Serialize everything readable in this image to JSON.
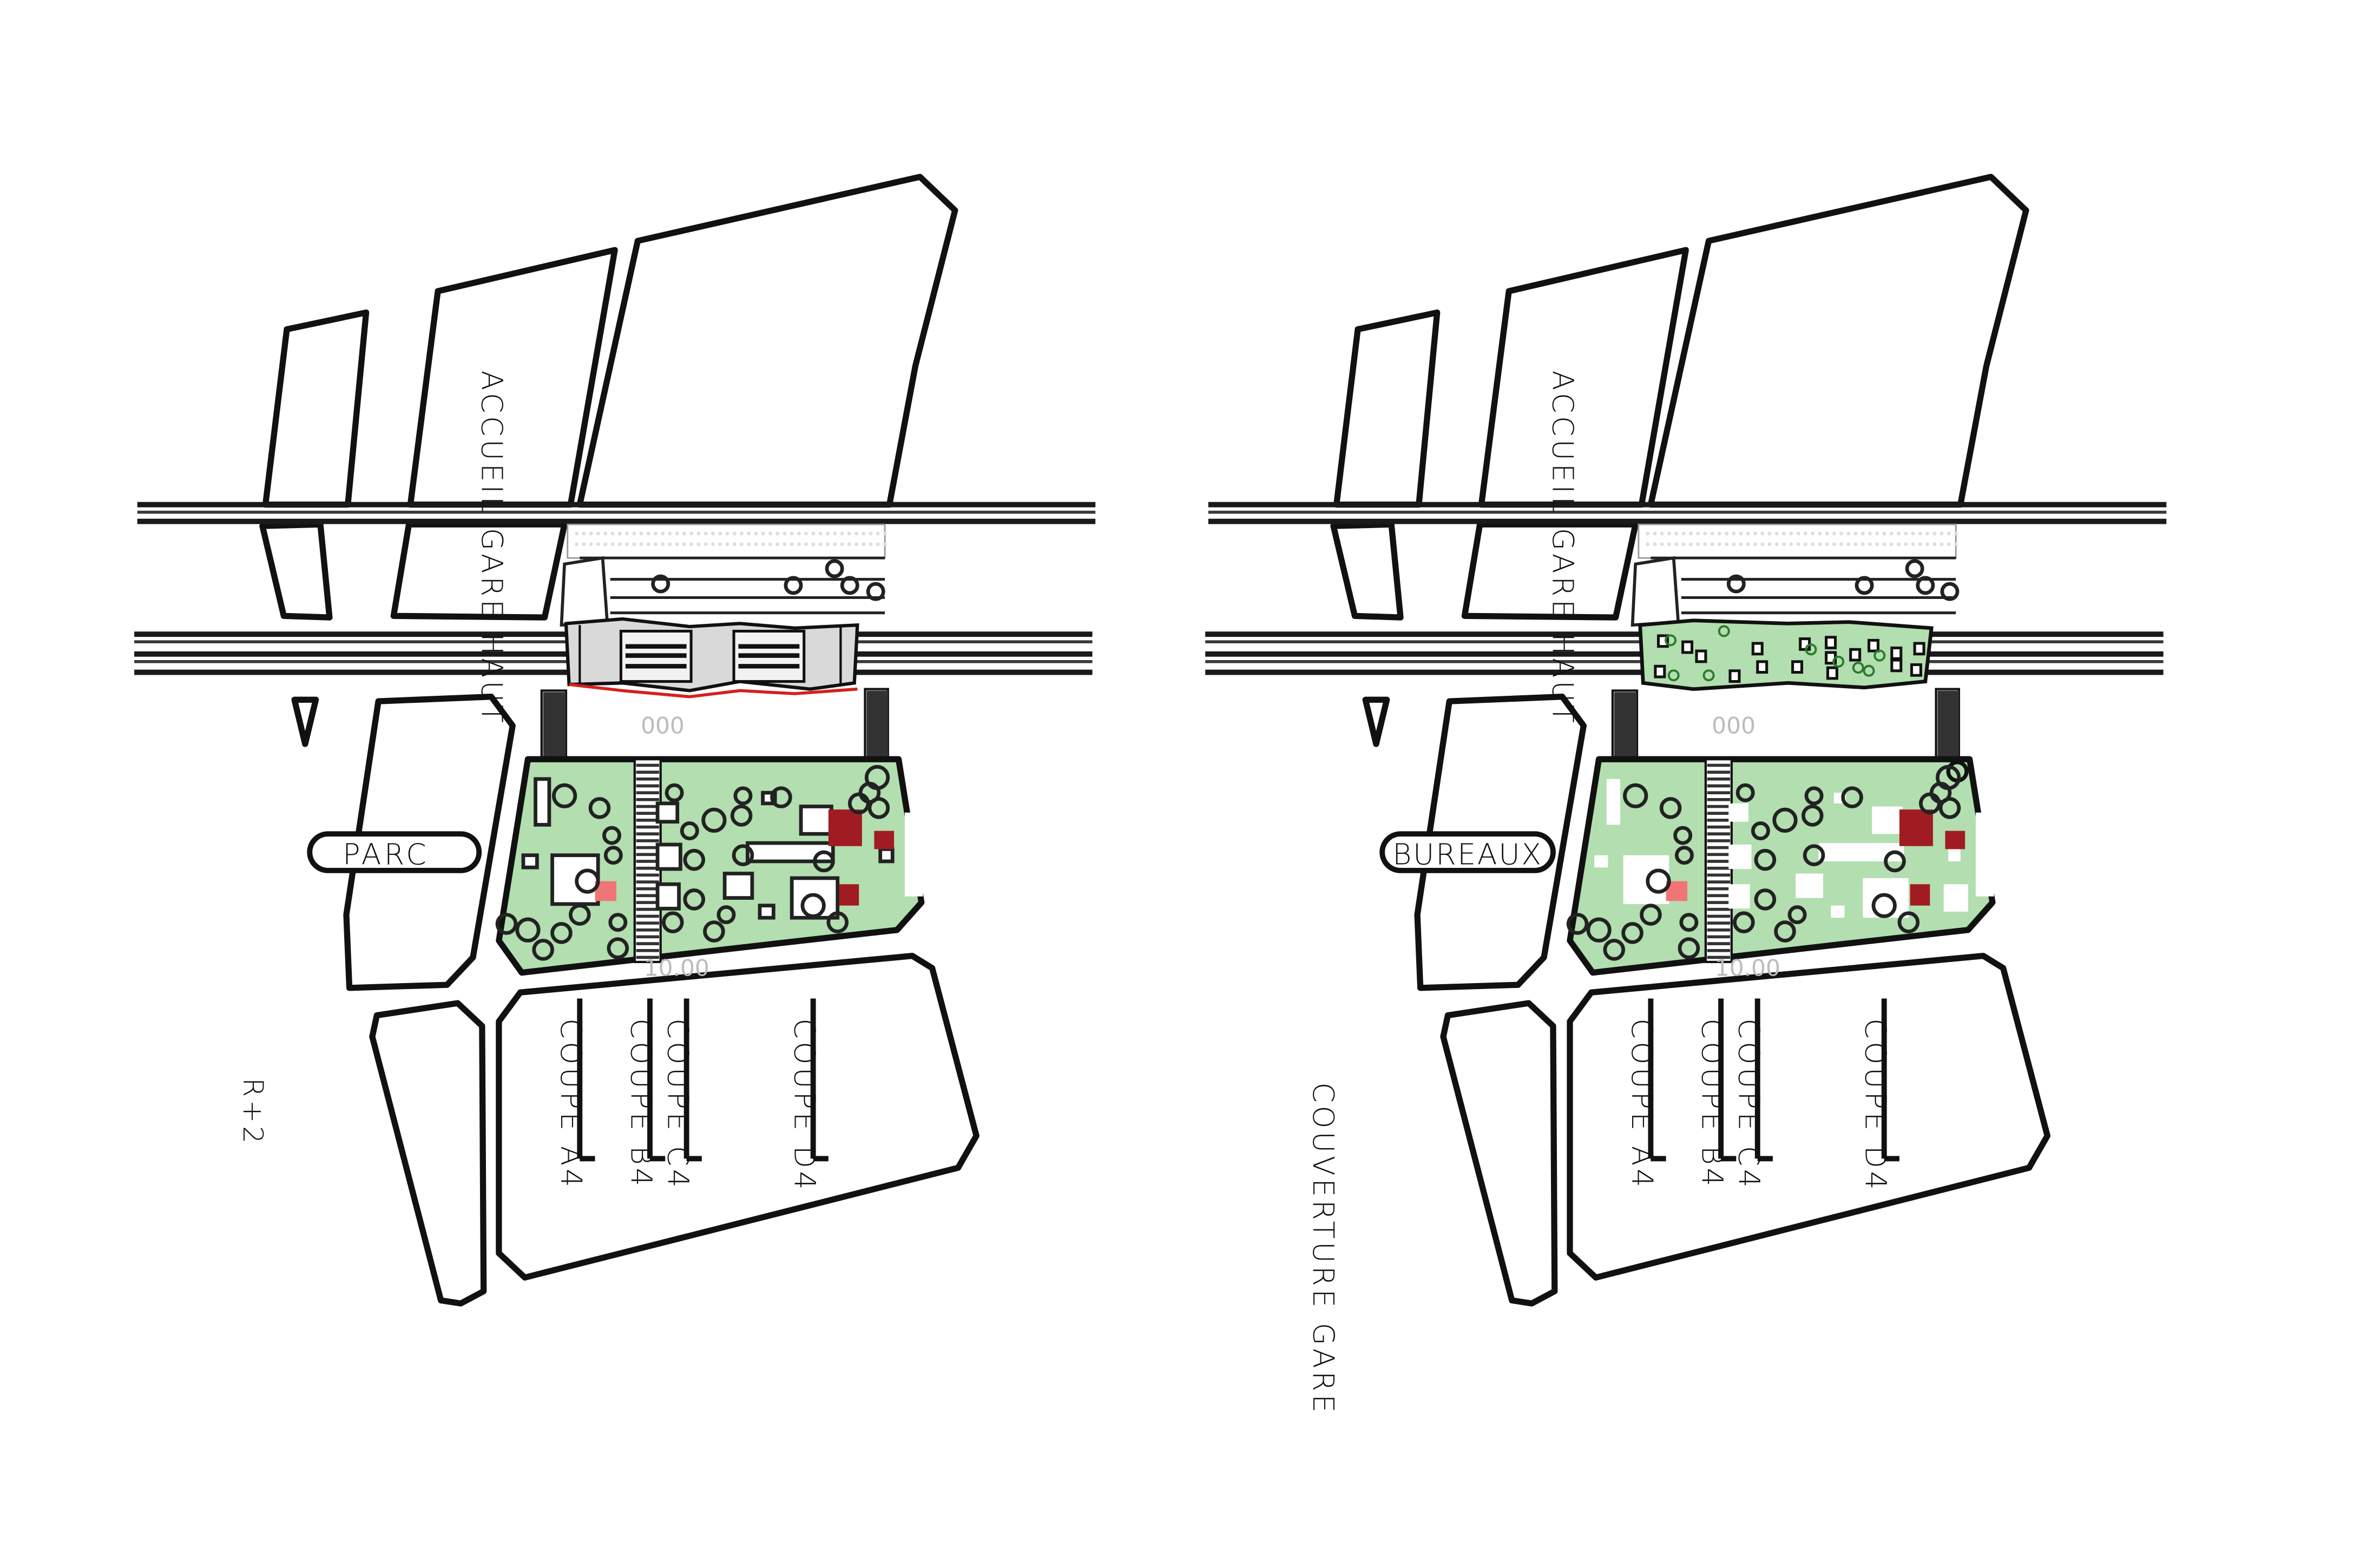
{
  "colors": {
    "park_green": "#b3deb0",
    "building_dark_red": "#a01c22",
    "building_light_red": "#f07575",
    "platform_grey": "#d9d9d9",
    "edge_red": "#d42020",
    "ink": "#111111"
  },
  "left_plan": {
    "station_label": "ACCUEIL GARE HAUT",
    "zone_label": "PARC",
    "level_label": "R+2",
    "cuts": [
      "COUPE A4",
      "COUPE B4",
      "COUPE C4",
      "COUPE D4"
    ],
    "dim_labels": [
      "000",
      "10.00"
    ]
  },
  "right_plan": {
    "station_label": "ACCUEIL GARE HAUT",
    "zone_label": "BUREAUX",
    "cover_label": "COUVERTURE GARE",
    "cuts": [
      "COUPE A4",
      "COUPE B4",
      "COUPE C4",
      "COUPE D4"
    ],
    "dim_labels": [
      "000",
      "10.00"
    ]
  }
}
